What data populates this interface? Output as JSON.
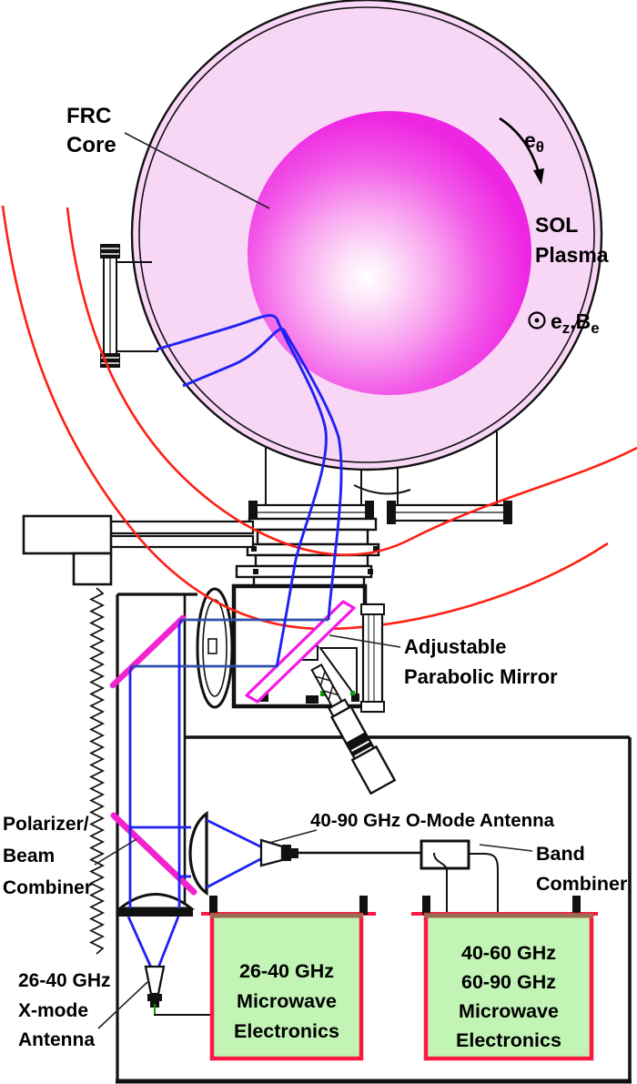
{
  "labels": {
    "frc_core": [
      "FRC",
      "Core"
    ],
    "e_theta": {
      "main": "e",
      "sub": "θ"
    },
    "sol": [
      "SOL",
      "Plasma"
    ],
    "ez_be": {
      "m1": "e",
      "s1": "z",
      "m2": ",B",
      "s2": "e"
    },
    "mirror": [
      "Adjustable",
      "Parabolic Mirror"
    ],
    "o_mode": "40-90 GHz O-Mode Antenna",
    "band": [
      "Band",
      "Combiner"
    ],
    "polarizer": [
      "Polarizer/",
      "Beam",
      "Combiner"
    ],
    "x_mode": [
      "26-40 GHz",
      "X-mode",
      "Antenna"
    ],
    "box1": [
      "26-40 GHz",
      "Microwave",
      "Electronics"
    ],
    "box2": [
      "40-60 GHz",
      "60-90 GHz",
      "Microwave",
      "Electronics"
    ]
  },
  "colors": {
    "sol_plasma": "#f8d6f6",
    "core_edge": "#ee25e2",
    "field_line_red": "#ff2015",
    "beam_blue": "#2121f3",
    "reflected_beam_navy": "#2f4fae",
    "mirror_magenta": "#f318e8",
    "polarizer_magenta": "#f322cf",
    "electronics_green": "#c2f5b5",
    "electronics_border_red": "#fb1843",
    "electronics_top_brown": "#9b6b52",
    "wire_green": "#0b9e0b"
  }
}
